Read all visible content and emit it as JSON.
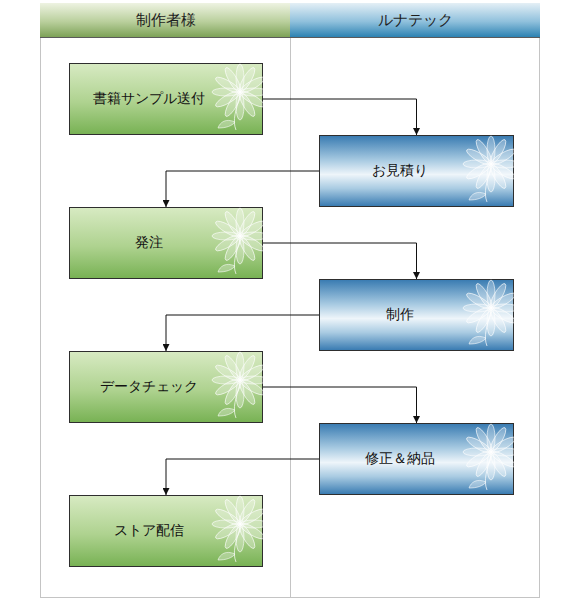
{
  "diagram": {
    "nodes": [
      {
        "text": [
          "制作者様"
        ]
      },
      {
        "text": [
          "ルナテック"
        ]
      },
      {
        "text": [
          "書籍サンプル送付"
        ],
        "in": 0
      },
      {
        "text": [
          "お見積り"
        ],
        "in": 1
      },
      {
        "text": [
          "発注"
        ],
        "in": 0
      },
      {
        "text": [
          "制作"
        ],
        "in": 1
      },
      {
        "text": [
          "データチェック"
        ],
        "in": 0
      },
      {
        "text": [
          "修正＆納品"
        ],
        "in": 1
      },
      {
        "text": [
          "ストア配信"
        ],
        "in": 0
      }
    ],
    "edges": [
      {
        "from": 2,
        "to": 3,
        "arrow": "to"
      },
      {
        "from": 3,
        "to": 4,
        "arrow": "to"
      },
      {
        "from": 4,
        "to": 5,
        "arrow": "to"
      },
      {
        "from": 5,
        "to": 6,
        "arrow": "to"
      },
      {
        "from": 6,
        "to": 7,
        "arrow": "to"
      },
      {
        "from": 7,
        "to": 8,
        "arrow": "to"
      }
    ]
  }
}
